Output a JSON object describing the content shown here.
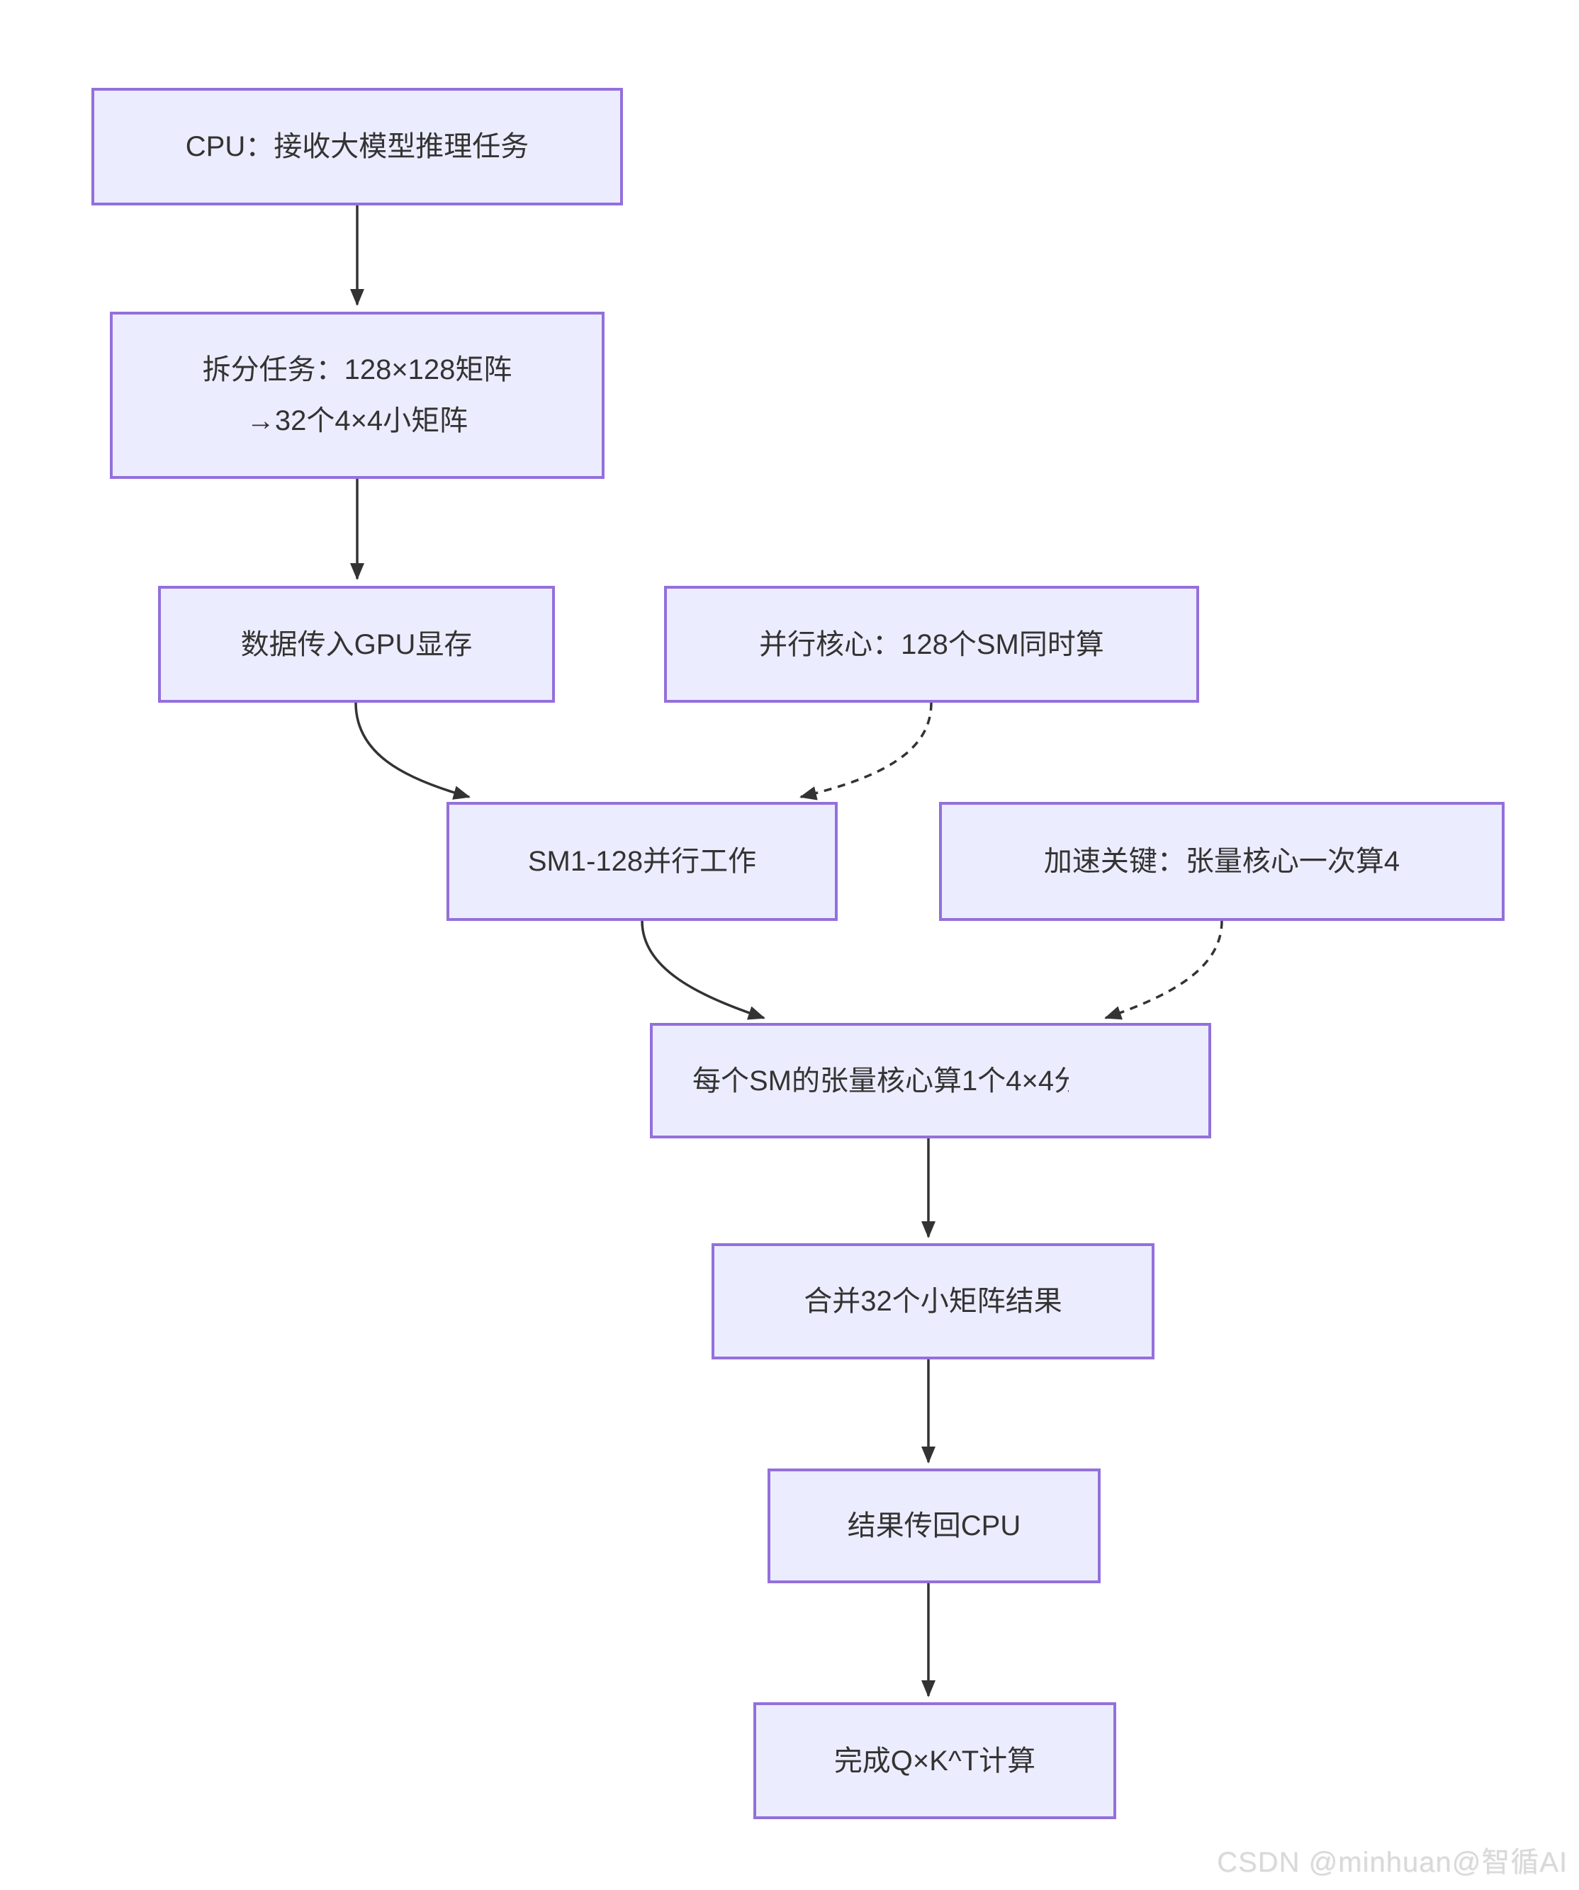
{
  "diagram": {
    "type": "flowchart",
    "direction": "top-down",
    "nodes": {
      "cpu": {
        "text": "CPU：接收大模型推理任务"
      },
      "split": {
        "line1": "拆分任务：128×128矩阵",
        "line2": "→32个4×4小矩阵"
      },
      "copy": {
        "text": "数据传入GPU显存"
      },
      "parallel": {
        "text": "并行核心：128个SM同时算"
      },
      "sm": {
        "text": "SM1-128并行工作"
      },
      "accel": {
        "text": "加速关键：张量核心一次算4"
      },
      "tensor": {
        "text": "每个SM的张量核心算1个4×4",
        "clipped_char": "分"
      },
      "merge": {
        "text": "合并32个小矩阵结果"
      },
      "back": {
        "text": "结果传回CPU"
      },
      "done": {
        "text": "完成Q×K^T计算"
      }
    },
    "edges": [
      {
        "from": "cpu",
        "to": "sm-split",
        "target": "split",
        "style": "solid"
      },
      {
        "from": "split",
        "to": "copy",
        "target": "copy",
        "style": "solid"
      },
      {
        "from": "copy",
        "to": "sm",
        "target": "sm",
        "style": "solid"
      },
      {
        "from": "parallel",
        "to": "sm",
        "target": "sm",
        "style": "dashed"
      },
      {
        "from": "sm",
        "to": "tensor",
        "target": "tensor",
        "style": "solid"
      },
      {
        "from": "accel",
        "to": "tensor",
        "target": "tensor",
        "style": "dashed"
      },
      {
        "from": "tensor",
        "to": "merge",
        "target": "merge",
        "style": "solid"
      },
      {
        "from": "merge",
        "to": "back",
        "target": "back",
        "style": "solid"
      },
      {
        "from": "back",
        "to": "done",
        "target": "done",
        "style": "solid"
      }
    ],
    "colors": {
      "node_fill": "#ECECFF",
      "node_border": "#9370DB",
      "edge": "#333333",
      "text": "#333333",
      "watermark": "#D9D9D9"
    }
  },
  "watermark": {
    "text": "CSDN @minhuan@智循AI"
  }
}
